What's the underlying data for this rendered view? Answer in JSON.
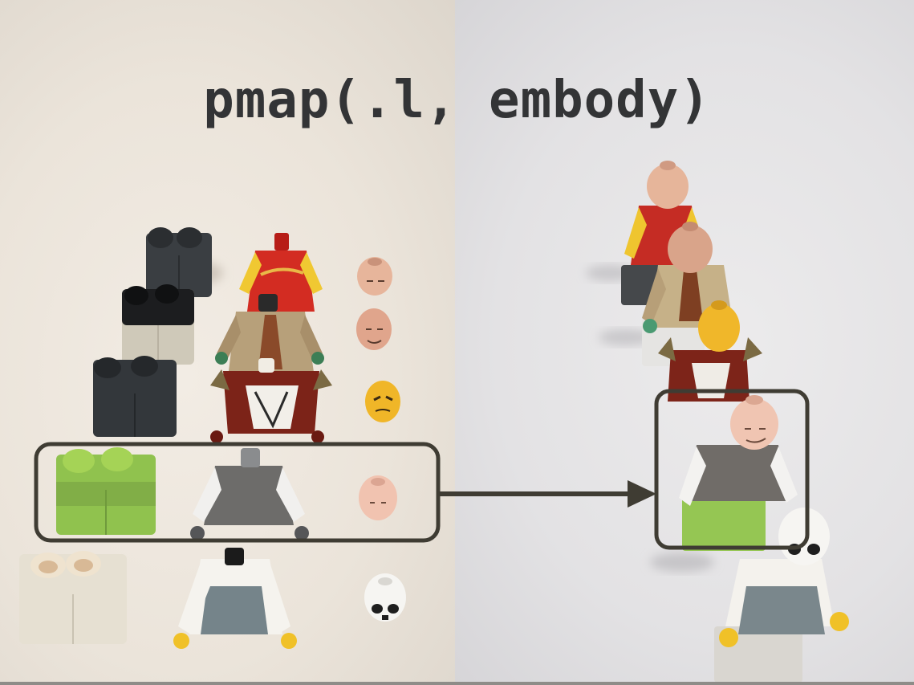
{
  "slide": {
    "title": "pmap(.l, embody)"
  },
  "colors": {
    "title_text": "#333436",
    "frame_stroke": "#3f3c33",
    "left_background": "#ebe4da",
    "right_background": "#e3e2e4"
  },
  "scene": {
    "left_panel": "separated minifigure parts laid out in rows: legs, torsos, heads",
    "right_panel": "assembled minifigures standing in a line",
    "highlight": "one row of parts framed and connected by an arrow to the matching assembled figure"
  }
}
